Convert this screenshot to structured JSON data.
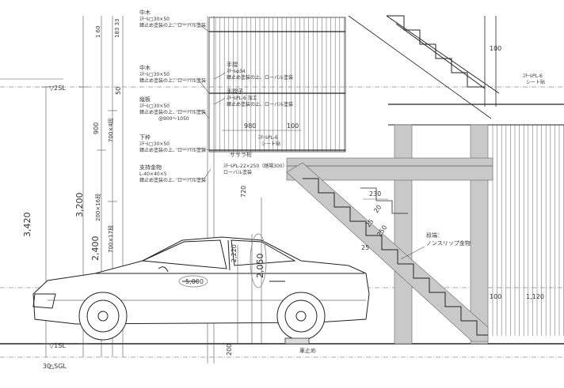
{
  "levels": {
    "sl2": "▽2SL",
    "sl1": "▽1SL",
    "sgl": "△SGL"
  },
  "left_dims": {
    "d3420": "3,420",
    "d3200": "3,200",
    "d2400": "2,400",
    "d700x17": "700×17段",
    "d200x16": "200×16段",
    "d700x4": "700×4段",
    "d900": "900",
    "d50a": "50",
    "d30": "30",
    "d160": "1 60",
    "d183": "183 33"
  },
  "notes": {
    "nakagi1_t": "中木",
    "nakagi1_a": "ｽﾁｰﾙ□30×50",
    "nakagi1_b": "錆止め塗装の上、ローバル塗装",
    "nakagi2_t": "中木",
    "nakagi2_a": "ｽﾁｰﾙ□30×50",
    "nakagi2_b": "錆止め塗装の上、ローバル塗装",
    "tatebo_t": "縦板",
    "tatebo_a": "ｽﾁｰﾙ□30×50",
    "tatebo_b": "錆止め塗装の上、ローバル塗装",
    "tatebo_c": "@900～1050",
    "shitagi_t": "下枠",
    "shitagi_a": "ｽﾁｰﾙ□30×50",
    "shitagi_b": "錆止め塗装の上、ローバル塗装",
    "shiji_t": "支持金物",
    "shiji_a": "L-40×40×5",
    "shiji_b": "錆止め塗装の上、ローバル塗装",
    "tesuri1_t": "手摺",
    "tesuri1_a": "ｽﾁｰﾙφ34",
    "tesuri1_b": "錆止め塗装の上、ローバル塗装",
    "tesuri2_t": "手摺子",
    "tesuri2_a": "ｽﾁｰﾙPL-6 加工",
    "tesuri2_b": "錆止め塗装の上、ローバル塗装",
    "d980": "980",
    "d100a": "100",
    "sheet1_a": "ｽﾁｰﾙPL-6",
    "sheet1_b": "シート貼",
    "sasara_t": "ササラ桁",
    "sasara_a": "ｽﾁｰﾙPL-22×250（踏場300）",
    "sasara_b": "ローバル塗装",
    "sheet2_a": "ｽﾁｰﾙPL-6",
    "sheet2_b": "シート貼",
    "d100b": "100",
    "d230": "230",
    "d20": "20",
    "d25a": "25",
    "d250": "250",
    "d25b": "25",
    "dan_a": "段端：",
    "dan_b": "ノンスリップ金物",
    "d2220": "2,220",
    "d720": "720",
    "d2050": "2,050",
    "d5000": "5,000",
    "d100c": "100",
    "d1120": "1,120",
    "d200": "200",
    "kuruma": "車止め"
  }
}
